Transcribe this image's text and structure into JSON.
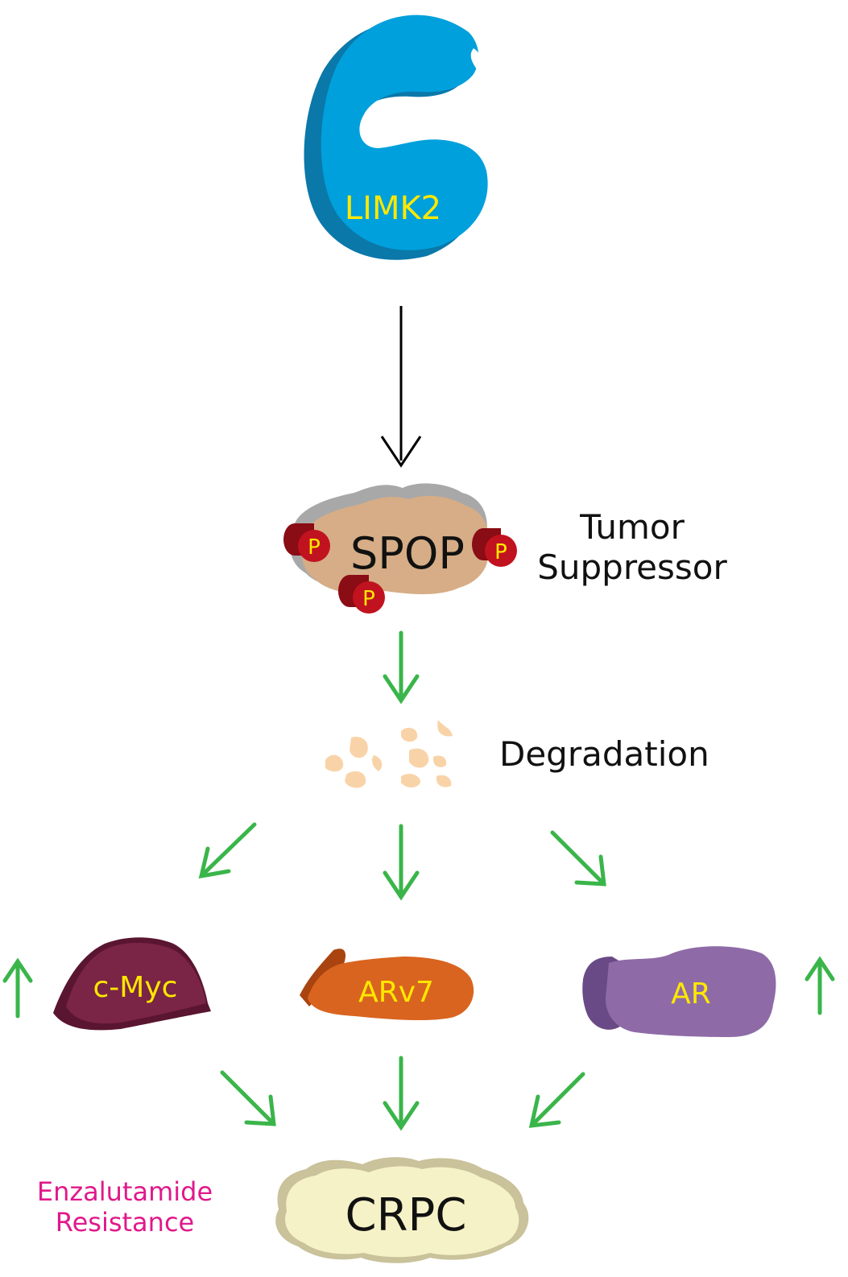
{
  "colors": {
    "limk2": "#00a0dc",
    "limk2_side": "#0a78a9",
    "label_yellow": "#ffe800",
    "green_arrow": "#3ab54a",
    "spop_body": "#d6ad86",
    "spop_shadow": "#a8a8a8",
    "phospho": "#c1121f",
    "fragments": "#f9d3a8",
    "cmyc": "#7a2446",
    "arv7": "#d9641f",
    "ar": "#8e6ba7",
    "crpc": "#f6f2c8",
    "magenta": "#e0198b"
  },
  "nodes": {
    "limk2": "LIMK2",
    "spop": "SPOP",
    "phospho_marks": [
      "P",
      "P",
      "P"
    ],
    "cmyc": "c-Myc",
    "arv7": "ARv7",
    "ar": "AR",
    "crpc": "CRPC"
  },
  "annotations": {
    "tumor_suppressor_line1": "Tumor",
    "tumor_suppressor_line2": "Suppressor",
    "degradation": "Degradation",
    "enzalutamide_line1": "Enzalutamide",
    "enzalutamide_line2": "Resistance"
  },
  "icons": {
    "activation_arrow": "black-down-arrow-icon",
    "effect_arrow": "green-arrow-icon",
    "increase_marker": "green-up-arrow-icon"
  }
}
